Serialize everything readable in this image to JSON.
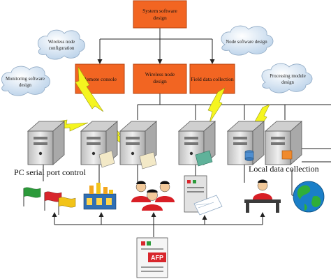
{
  "colors": {
    "box_fill": "#f26522",
    "box_stroke": "#b64410",
    "cloud_fill": "#e8f0f8",
    "line": "#222222",
    "lightning": "#f5f51f",
    "server_body": "#d9d9d9",
    "globe_ocean": "#1a7fc8",
    "globe_land": "#2fae3a"
  },
  "top_box": {
    "line1": "System software",
    "line2": "design"
  },
  "boxes": [
    {
      "id": "remote",
      "line1": "Remote console",
      "line2": ""
    },
    {
      "id": "wireless",
      "line1": "Wireless node",
      "line2": "design"
    },
    {
      "id": "field",
      "line1": "Field data collection",
      "line2": ""
    }
  ],
  "clouds": [
    {
      "id": "wireless-config",
      "line1": "Wireless node",
      "line2": "configuration"
    },
    {
      "id": "node-software",
      "line1": "Node software design",
      "line2": ""
    },
    {
      "id": "monitoring",
      "line1": "Monitoring software",
      "line2": "design"
    },
    {
      "id": "processing",
      "line1": "Processing module",
      "line2": "design"
    }
  ],
  "labels": {
    "pc_serial": "PC serial port control",
    "local_data": "Local data collection",
    "afp": "AFP"
  },
  "icons": [
    "server-icon",
    "flags-icon",
    "factory-icon",
    "people-icon",
    "printer-icon",
    "person-at-desk-icon",
    "globe-icon",
    "afp-document-icon"
  ]
}
